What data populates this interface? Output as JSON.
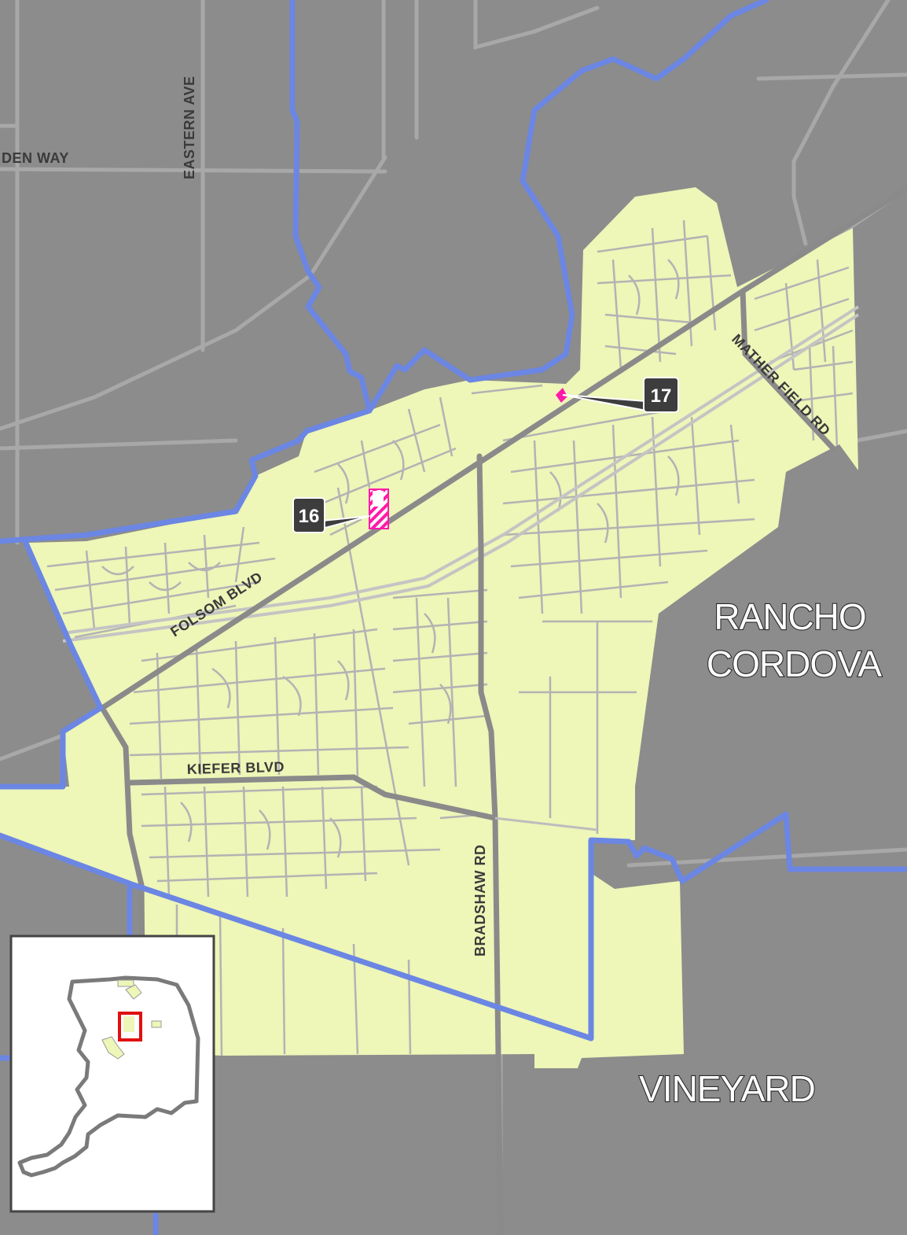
{
  "colors": {
    "background": "#8c8c8c",
    "study_area": "#eef6b8",
    "street": "#a8a8a8",
    "major_road": "#8a8a8a",
    "boundary": "#6b86e3",
    "highlight": "#ff1aa8",
    "callout": "#3d3d3d",
    "inset_frame": "#444444"
  },
  "road_labels": {
    "garden_way": "DEN WAY",
    "eastern_ave": "EASTERN AVE",
    "folsom_blvd": "FOLSOM BLVD",
    "mather_field_rd": "MATHER FIELD RD",
    "kiefer_blvd": "KIEFER BLVD",
    "bradshaw_rd": "BRADSHAW RD"
  },
  "place_labels": {
    "rancho_line1": "RANCHO",
    "rancho_line2": "CORDOVA",
    "vineyard": "VINEYARD"
  },
  "sites": [
    {
      "number": "16"
    },
    {
      "number": "17"
    }
  ],
  "icons": {
    "site_16": "hatched-parcel-icon",
    "site_17": "parcel-marker-icon",
    "inset": "locator-inset-map"
  }
}
